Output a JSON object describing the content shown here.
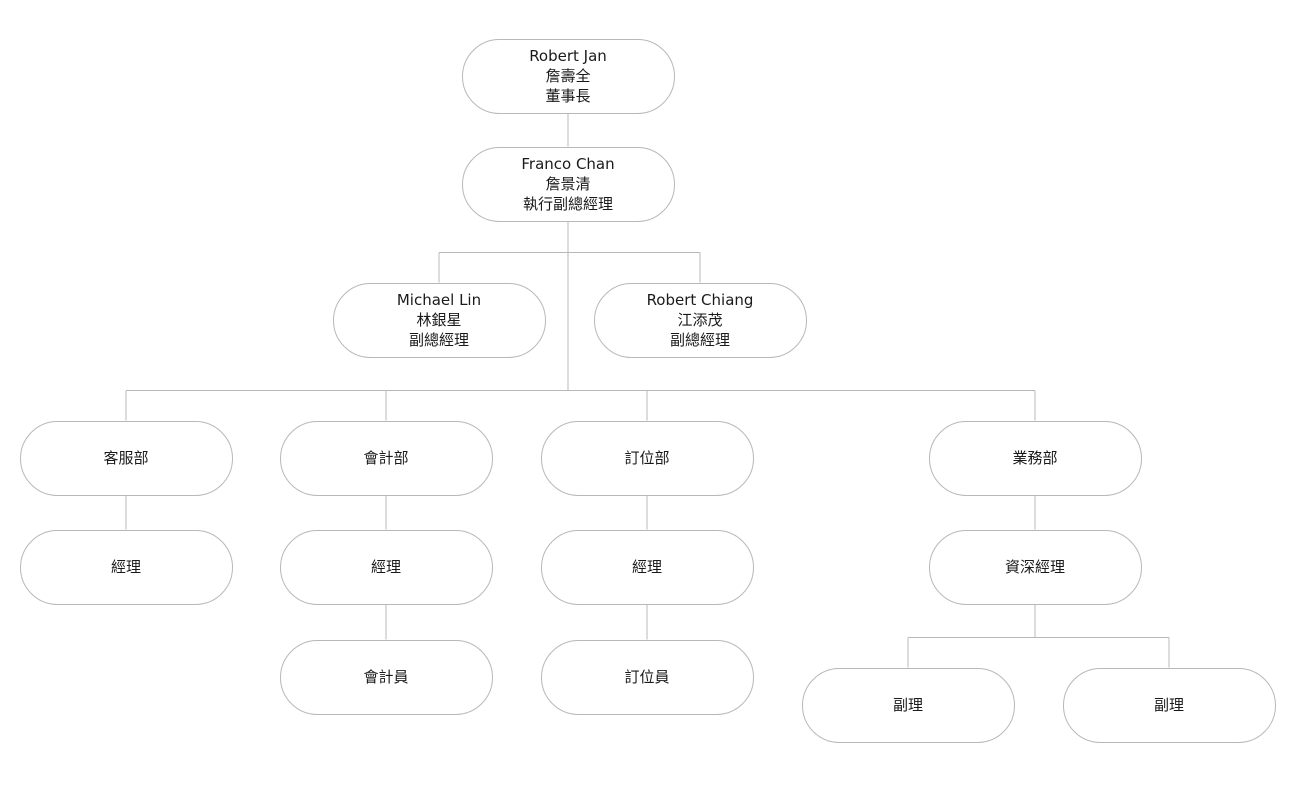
{
  "org_chart": {
    "nodes": [
      {
        "id": "chairman",
        "name": "Robert Jan",
        "chinese_name": "詹壽全",
        "title": "董事長"
      },
      {
        "id": "executive-vp",
        "name": "Franco Chan",
        "chinese_name": "詹景清",
        "title": "執行副總經理"
      },
      {
        "id": "vp-lin",
        "name": "Michael Lin",
        "chinese_name": "林銀星",
        "title": "副總經理"
      },
      {
        "id": "vp-chiang",
        "name": "Robert Chiang",
        "chinese_name": "江添茂",
        "title": "副總經理"
      },
      {
        "id": "customer-service-dept",
        "title": "客服部"
      },
      {
        "id": "accounting-dept",
        "title": "會計部"
      },
      {
        "id": "reservation-dept",
        "title": "訂位部"
      },
      {
        "id": "sales-dept",
        "title": "業務部"
      },
      {
        "id": "customer-service-manager",
        "title": "經理"
      },
      {
        "id": "accounting-manager",
        "title": "經理"
      },
      {
        "id": "reservation-manager",
        "title": "經理"
      },
      {
        "id": "sales-senior-manager",
        "title": "資深經理"
      },
      {
        "id": "accountant",
        "title": "會計員"
      },
      {
        "id": "reservation-agent",
        "title": "訂位員"
      },
      {
        "id": "sales-assistant-manager-1",
        "title": "副理"
      },
      {
        "id": "sales-assistant-manager-2",
        "title": "副理"
      }
    ],
    "edges": [
      [
        "chairman",
        "executive-vp"
      ],
      [
        "executive-vp",
        "vp-lin"
      ],
      [
        "executive-vp",
        "vp-chiang"
      ],
      [
        "executive-vp",
        "customer-service-dept"
      ],
      [
        "executive-vp",
        "accounting-dept"
      ],
      [
        "executive-vp",
        "reservation-dept"
      ],
      [
        "executive-vp",
        "sales-dept"
      ],
      [
        "customer-service-dept",
        "customer-service-manager"
      ],
      [
        "accounting-dept",
        "accounting-manager"
      ],
      [
        "reservation-dept",
        "reservation-manager"
      ],
      [
        "sales-dept",
        "sales-senior-manager"
      ],
      [
        "accounting-manager",
        "accountant"
      ],
      [
        "reservation-manager",
        "reservation-agent"
      ],
      [
        "sales-senior-manager",
        "sales-assistant-manager-1"
      ],
      [
        "sales-senior-manager",
        "sales-assistant-manager-2"
      ]
    ]
  }
}
